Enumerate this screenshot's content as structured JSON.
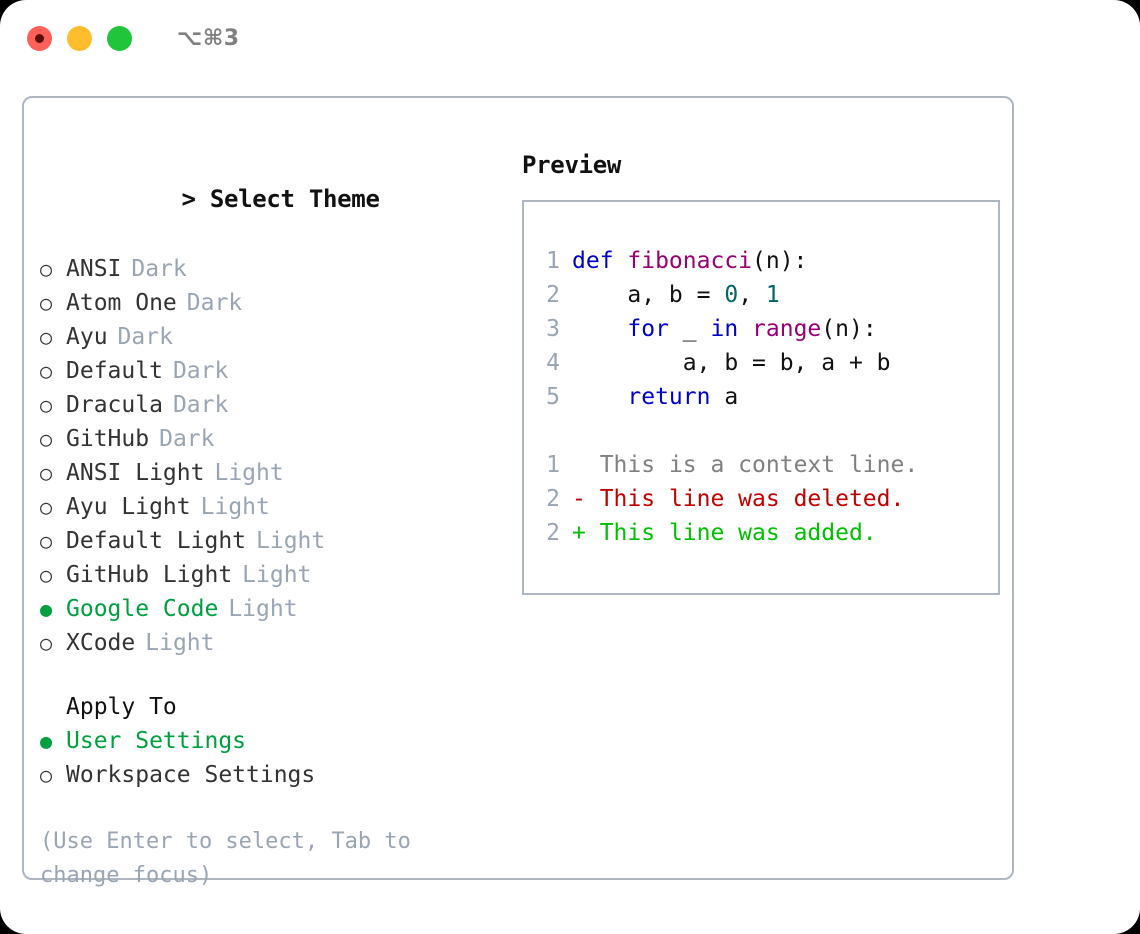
{
  "titlebar": {
    "shortcut": "⌥⌘3",
    "buttons": [
      {
        "name": "close",
        "color": "#ff6058"
      },
      {
        "name": "minimize",
        "color": "#ffbd2e"
      },
      {
        "name": "maximize",
        "color": "#21c53c"
      }
    ]
  },
  "colors": {
    "accent_green": "#00a040",
    "card_border": "#aeb6c2",
    "muted": "#9aa5b4",
    "text": "#333333",
    "diff_add": "#00c000",
    "diff_del": "#c00000",
    "diff_ctx": "#808080",
    "kw": "#0000cc",
    "fn": "#990073",
    "num": "#006666"
  },
  "theme_picker": {
    "header_prefix": ">",
    "header": "Select Theme",
    "selected_bullet": "●",
    "unselected_bullet": "○",
    "items": [
      {
        "label": "ANSI",
        "tag": "Dark",
        "selected": false
      },
      {
        "label": "Atom One",
        "tag": "Dark",
        "selected": false
      },
      {
        "label": "Ayu",
        "tag": "Dark",
        "selected": false
      },
      {
        "label": "Default",
        "tag": "Dark",
        "selected": false
      },
      {
        "label": "Dracula",
        "tag": "Dark",
        "selected": false
      },
      {
        "label": "GitHub",
        "tag": "Dark",
        "selected": false
      },
      {
        "label": "ANSI Light",
        "tag": "Light",
        "selected": false
      },
      {
        "label": "Ayu Light",
        "tag": "Light",
        "selected": false
      },
      {
        "label": "Default Light",
        "tag": "Light",
        "selected": false
      },
      {
        "label": "GitHub Light",
        "tag": "Light",
        "selected": false
      },
      {
        "label": "Google Code",
        "tag": "Light",
        "selected": true
      },
      {
        "label": "XCode",
        "tag": "Light",
        "selected": false
      }
    ]
  },
  "apply_to": {
    "title": "Apply To",
    "items": [
      {
        "label": "User Settings",
        "selected": true
      },
      {
        "label": "Workspace Settings",
        "selected": false
      }
    ]
  },
  "hint": "(Use Enter to select, Tab to change focus)",
  "preview": {
    "title": "Preview",
    "code_lines": [
      {
        "num": "1",
        "tokens": [
          {
            "t": "def ",
            "c": "kw"
          },
          {
            "t": "fibonacci",
            "c": "fn"
          },
          {
            "t": "(n):",
            "c": "pl"
          }
        ]
      },
      {
        "num": "2",
        "tokens": [
          {
            "t": "    a, b = ",
            "c": "pl"
          },
          {
            "t": "0",
            "c": "num"
          },
          {
            "t": ", ",
            "c": "pl"
          },
          {
            "t": "1",
            "c": "num"
          }
        ]
      },
      {
        "num": "3",
        "tokens": [
          {
            "t": "    ",
            "c": "pl"
          },
          {
            "t": "for",
            "c": "kw"
          },
          {
            "t": " _ ",
            "c": "pl"
          },
          {
            "t": "in",
            "c": "kw"
          },
          {
            "t": " ",
            "c": "pl"
          },
          {
            "t": "range",
            "c": "fn"
          },
          {
            "t": "(n):",
            "c": "pl"
          }
        ]
      },
      {
        "num": "4",
        "tokens": [
          {
            "t": "        a, b = b, a + b",
            "c": "pl"
          }
        ]
      },
      {
        "num": "5",
        "tokens": [
          {
            "t": "    ",
            "c": "pl"
          },
          {
            "t": "return",
            "c": "kw"
          },
          {
            "t": " a",
            "c": "pl"
          }
        ]
      }
    ],
    "diff_lines": [
      {
        "num": "1",
        "marker": " ",
        "text": "This is a context line.",
        "kind": "ctx"
      },
      {
        "num": "2",
        "marker": "-",
        "text": "This line was deleted.",
        "kind": "del"
      },
      {
        "num": "2",
        "marker": "+",
        "text": "This line was added.",
        "kind": "add"
      }
    ]
  }
}
